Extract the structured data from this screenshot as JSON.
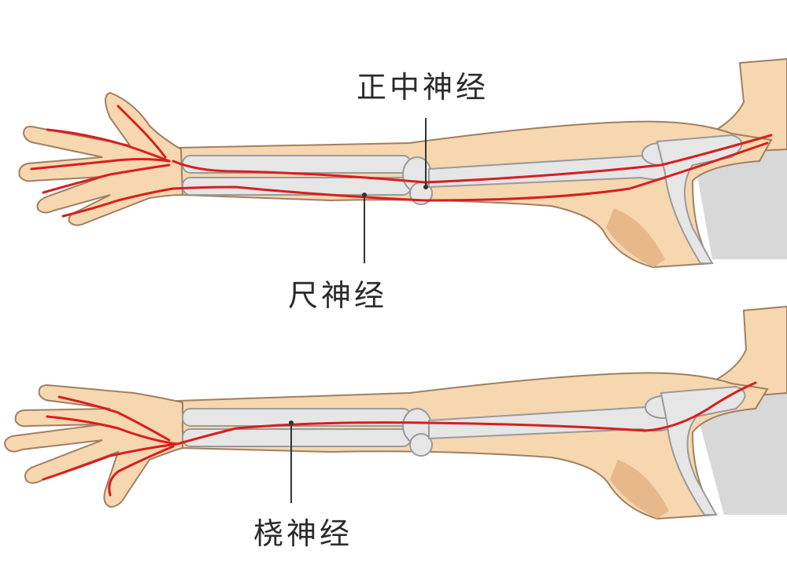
{
  "labels": {
    "median_nerve": "正中神经",
    "ulnar_nerve": "尺神经",
    "radial_nerve": "桡神经"
  },
  "colors": {
    "background": "#ffffff",
    "skin": "#f6d7b0",
    "skin_shadow": "#e7b98a",
    "skin_outline": "#a07f62",
    "bone": "#e6e6e6",
    "bone_outline": "#9a9a9a",
    "nerve": "#d81e1e",
    "torso": "#d8d8d8",
    "leader_line": "#333333"
  },
  "panels": [
    {
      "name": "median-ulnar-arm",
      "nerves": [
        "median_nerve",
        "ulnar_nerve"
      ]
    },
    {
      "name": "radial-arm",
      "nerves": [
        "radial_nerve"
      ]
    }
  ]
}
